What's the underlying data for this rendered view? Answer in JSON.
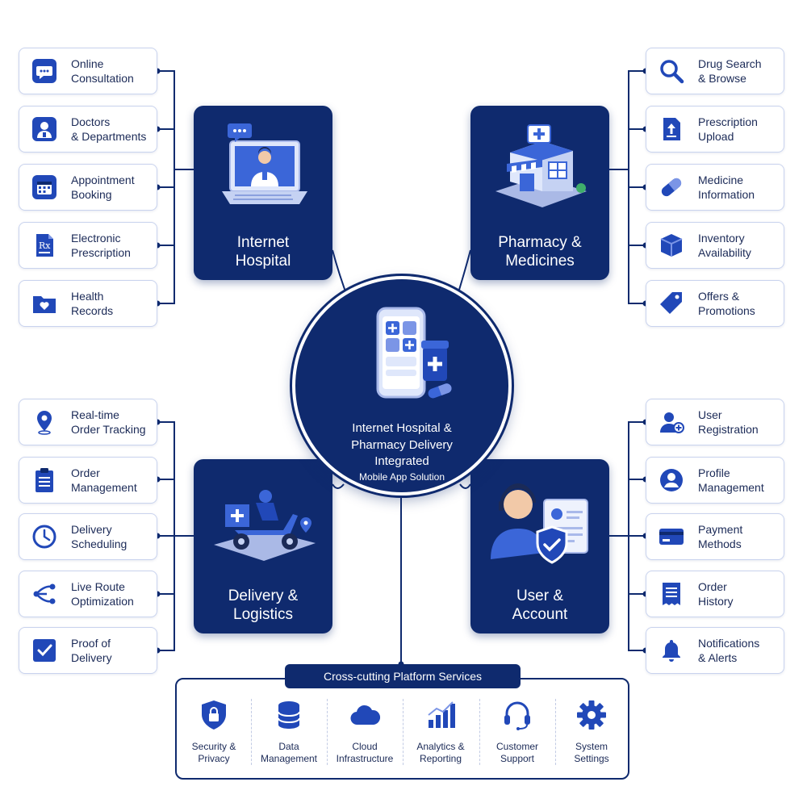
{
  "hub": {
    "title": "Internet Hospital &\nPharmacy Delivery",
    "line2": "Integrated",
    "line3": "Mobile App Solution"
  },
  "colors": {
    "navy": "#0f2a6e",
    "accent": "#2f55d4",
    "border": "#c9d3ee"
  },
  "modules": {
    "hospital": "Internet\nHospital",
    "pharmacy": "Pharmacy &\nMedicines",
    "delivery": "Delivery &\nLogistics",
    "account": "User &\nAccount"
  },
  "hospital_features": [
    {
      "label": "Online\nConsultation",
      "icon": "chat-icon"
    },
    {
      "label": "Doctors\n& Departments",
      "icon": "doctor-icon"
    },
    {
      "label": "Appointment\nBooking",
      "icon": "calendar-icon"
    },
    {
      "label": "Electronic\nPrescription",
      "icon": "rx-icon"
    },
    {
      "label": "Health\nRecords",
      "icon": "folder-heart-icon"
    }
  ],
  "pharmacy_features": [
    {
      "label": "Drug Search\n& Browse",
      "icon": "search-icon"
    },
    {
      "label": "Prescription\nUpload",
      "icon": "upload-icon"
    },
    {
      "label": "Medicine\nInformation",
      "icon": "pill-icon"
    },
    {
      "label": "Inventory\nAvailability",
      "icon": "box-icon"
    },
    {
      "label": "Offers &\nPromotions",
      "icon": "tag-icon"
    }
  ],
  "delivery_features": [
    {
      "label": "Real-time\nOrder Tracking",
      "icon": "location-pin-icon"
    },
    {
      "label": "Order\nManagement",
      "icon": "clipboard-icon"
    },
    {
      "label": "Delivery\nScheduling",
      "icon": "clock-icon"
    },
    {
      "label": "Live Route\nOptimization",
      "icon": "route-icon"
    },
    {
      "label": "Proof of\nDelivery",
      "icon": "checkbox-icon"
    }
  ],
  "account_features": [
    {
      "label": "User\nRegistration",
      "icon": "user-add-icon"
    },
    {
      "label": "Profile\nManagement",
      "icon": "profile-icon"
    },
    {
      "label": "Payment\nMethods",
      "icon": "credit-card-icon"
    },
    {
      "label": "Order\nHistory",
      "icon": "receipt-icon"
    },
    {
      "label": "Notifications\n& Alerts",
      "icon": "bell-icon"
    }
  ],
  "services": {
    "title": "Cross-cutting Platform Services",
    "items": [
      {
        "label": "Security &\nPrivacy",
        "icon": "shield-lock-icon"
      },
      {
        "label": "Data\nManagement",
        "icon": "database-icon"
      },
      {
        "label": "Cloud\nInfrastructure",
        "icon": "cloud-icon"
      },
      {
        "label": "Analytics &\nReporting",
        "icon": "bar-chart-icon"
      },
      {
        "label": "Customer\nSupport",
        "icon": "headset-icon"
      },
      {
        "label": "System\nSettings",
        "icon": "gear-icon"
      }
    ]
  }
}
